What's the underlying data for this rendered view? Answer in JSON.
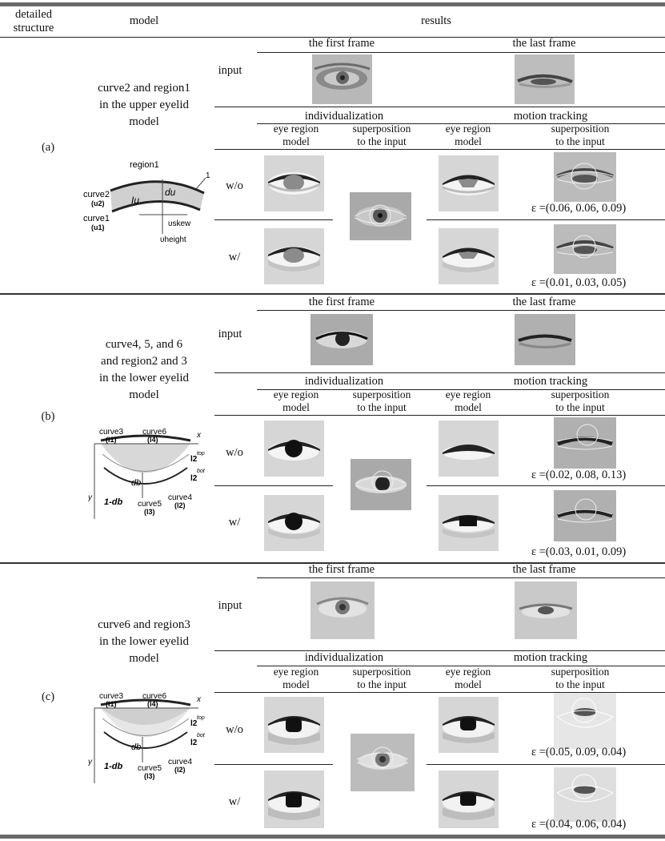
{
  "header": {
    "col1": "detailed\nstructure",
    "col2": "model",
    "col3": "results"
  },
  "labels": {
    "first_frame": "the first frame",
    "last_frame": "the last frame",
    "input": "input",
    "individualization": "individualization",
    "motion_tracking": "motion tracking",
    "eye_region_model": "eye region\nmodel",
    "superposition": "superposition\nto the input",
    "without": "w/o",
    "with": "w/"
  },
  "rows": [
    {
      "id": "(a)",
      "model": "curve2 and region1\nin the upper eyelid\nmodel",
      "eps_wo": "ε =(0.06, 0.06, 0.09)",
      "eps_w": "ε =(0.01, 0.03, 0.05)",
      "diagram": {
        "region": "region1",
        "curve2": "curve2",
        "curve2_sub": "(u2)",
        "curve1": "curve1",
        "curve1_sub": "(u1)",
        "Iu": "Iu",
        "du": "du",
        "skew": "υskew",
        "height": "υheight",
        "one": "1"
      }
    },
    {
      "id": "(b)",
      "model": "curve4, 5, and 6\nand region2 and 3\nin the lower eyelid\nmodel",
      "eps_wo": "ε =(0.02, 0.08, 0.13)",
      "eps_w": "ε =(0.03, 0.01, 0.09)"
    },
    {
      "id": "(c)",
      "model": "curve6 and region3\nin the lower eyelid\nmodel",
      "eps_wo": "ε =(0.05, 0.09, 0.04)",
      "eps_w": "ε =(0.04, 0.06, 0.04)"
    }
  ],
  "lower_diagram": {
    "curve3": "curve3",
    "l1": "(l1)",
    "curve6": "curve6",
    "l4": "(l4)",
    "x": "x",
    "y": "y",
    "l2top": "l2",
    "top": "top",
    "l2bot": "l2",
    "bot": "bot",
    "db": "db",
    "one_db": "1-db",
    "curve5": "curve5",
    "l3": "(l3)",
    "curve4": "curve4",
    "l2": "(l2)"
  }
}
